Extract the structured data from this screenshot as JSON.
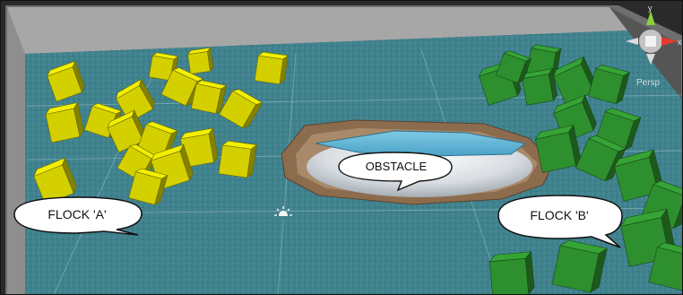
{
  "scene": {
    "callouts": {
      "obstacle": "OBSTACLE",
      "flock_a": "FLOCK 'A'",
      "flock_b": "FLOCK 'B'"
    },
    "gizmo": {
      "x_axis": "x",
      "y_axis": "y",
      "projection": "Persp"
    },
    "colors": {
      "ground": "#3d7f8a",
      "wall": "#9e9e9e",
      "flock_a": "#d4d000",
      "flock_b": "#2e8f2e",
      "water": "#5fb6d6",
      "rim": "#8b6a4a"
    }
  }
}
